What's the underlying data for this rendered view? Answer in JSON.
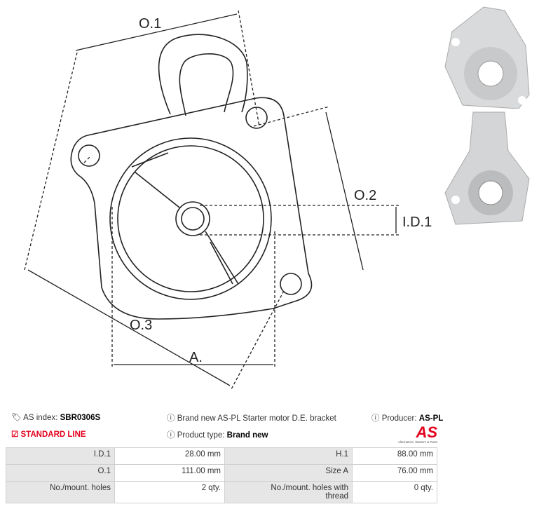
{
  "diagram": {
    "labels": {
      "o1": "O.1",
      "o2": "O.2",
      "o3": "O.3",
      "id1": "I.D.1",
      "a": "A."
    }
  },
  "info": {
    "as_index_label": "AS index:",
    "as_index": "SBR0306S",
    "description": "Brand new AS-PL Starter motor D.E. bracket",
    "producer_label": "Producer:",
    "producer": "AS-PL",
    "line": "STANDARD LINE",
    "product_type_label": "Product type:",
    "product_type": "Brand new",
    "logo_text": "AS",
    "logo_tagline": "Alternators, Starters & Parts"
  },
  "colors": {
    "accent": "#e3001b"
  },
  "specs": [
    {
      "k1": "I.D.1",
      "v1": "28.00 mm",
      "k2": "H.1",
      "v2": "88.00 mm"
    },
    {
      "k1": "O.1",
      "v1": "111.00 mm",
      "k2": "Size A",
      "v2": "76.00 mm"
    },
    {
      "k1": "No./mount. holes",
      "v1": "2 qty.",
      "k2": "No./mount. holes with thread",
      "v2": "0 qty."
    }
  ]
}
